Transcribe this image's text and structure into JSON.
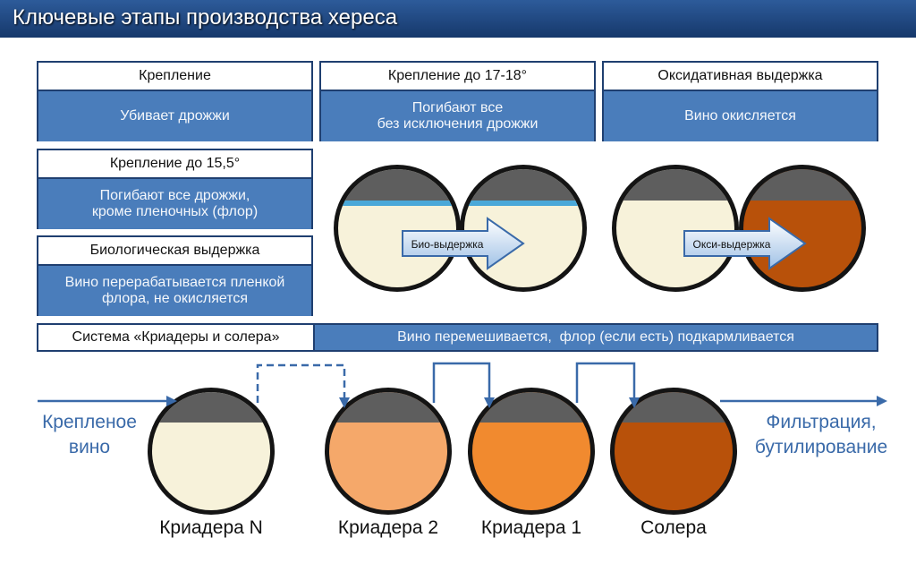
{
  "title": "Ключевые этапы производства хереса",
  "stages": {
    "fortify": {
      "header": "Крепление",
      "body": "Убивает дрожжи"
    },
    "fortify_17": {
      "header": "Крепление до 17-18°",
      "body": "Погибают все\nбез исключения дрожжи"
    },
    "oxidative": {
      "header": "Оксидативная выдержка",
      "body": "Вино окисляется"
    },
    "fortify_15": {
      "header": "Крепление до 15,5°",
      "body": "Погибают все дрожжи,\nкроме пленочных (флор)"
    },
    "biological": {
      "header": "Биологическая выдержка",
      "body": "Вино перерабатывается пленкой\nфлора, не окисляется"
    }
  },
  "system": {
    "label": "Система «Криадеры и солера»",
    "desc": "Вино перемешивается,  флор (если есть) подкармливается"
  },
  "arrows": {
    "bio": "Био-выдержка",
    "oxi": "Окси-выдержка"
  },
  "input_label": "Крепленое\nвино",
  "output_label": "Фильтрация,\nбутилирование",
  "barrels": [
    {
      "label": "Криадера N",
      "wine_color": "#f7f2da"
    },
    {
      "label": "Криадера 2",
      "wine_color": "#f5a86a"
    },
    {
      "label": "Криадера 1",
      "wine_color": "#f18a2f"
    },
    {
      "label": "Солера",
      "wine_color": "#b8510a"
    }
  ],
  "colors": {
    "frame": "#1f3f70",
    "accent": "#4a7dbb",
    "pale_wine": "#f7f2da",
    "flor": "#4aa8d8",
    "dark_wine": "#b8510a"
  }
}
